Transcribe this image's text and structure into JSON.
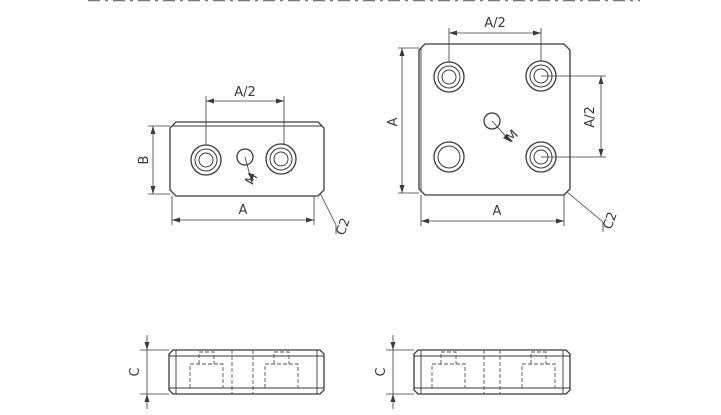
{
  "labels": {
    "a_half": "A/2",
    "a": "A",
    "b": "B",
    "c": "C",
    "m": "M",
    "c2": "C2"
  }
}
